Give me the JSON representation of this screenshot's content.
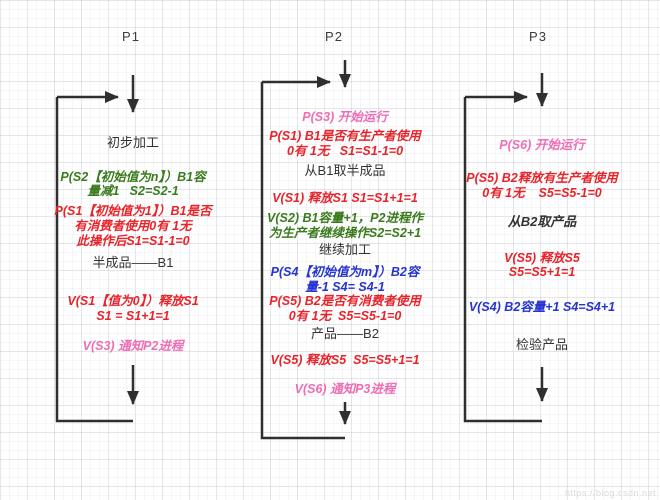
{
  "colors": {
    "green": "#3a7b1d",
    "red": "#e9232a",
    "pink": "#ee6db5",
    "blue": "#2634d0",
    "black": "#333333",
    "line": "#2f2f2f"
  },
  "watermark": "https://blog.csdn.net",
  "columns": [
    {
      "title": "P1",
      "nodes": [
        {
          "name": "preliminary-processing",
          "color": "black",
          "lines": [
            "初步加工"
          ]
        },
        {
          "name": "op-p-s2",
          "color": "green",
          "lines": [
            "P(S2【初始值为n】）B1容",
            "量减1   S2=S2-1"
          ]
        },
        {
          "name": "op-p-s1",
          "color": "red",
          "lines": [
            "P(S1【初始值为1】）B1是否",
            "有消费者使用0有 1无",
            "此操作后S1=S1-1=0"
          ]
        },
        {
          "name": "buffer-b1",
          "color": "black",
          "lines": [
            "半成品——B1"
          ]
        },
        {
          "name": "op-v-s1",
          "color": "red",
          "lines": [
            "V(S1【值为0】）释放S1",
            "S1 = S1+1=1"
          ]
        },
        {
          "name": "op-v-s3",
          "color": "pink",
          "lines": [
            "V(S3) 通知P2进程"
          ]
        }
      ]
    },
    {
      "title": "P2",
      "nodes": [
        {
          "name": "op-p-s3",
          "color": "pink",
          "lines": [
            "P(S3) 开始运行"
          ]
        },
        {
          "name": "op-p-s1",
          "color": "red",
          "lines": [
            "P(S1) B1是否有生产者使用",
            "0有 1无   S1=S1-1=0"
          ]
        },
        {
          "name": "take-from-b1",
          "color": "black",
          "lines": [
            "从B1取半成品"
          ]
        },
        {
          "name": "op-v-s1",
          "color": "red",
          "lines": [
            "V(S1) 释放S1 S1=S1+1=1"
          ]
        },
        {
          "name": "op-v-s2",
          "color": "green",
          "lines": [
            "V(S2) B1容量+1，P2进程作",
            "为生产者继续操作S2=S2+1"
          ]
        },
        {
          "name": "continue-processing",
          "color": "black",
          "lines": [
            "继续加工"
          ]
        },
        {
          "name": "op-p-s4",
          "color": "blue",
          "lines": [
            "P(S4【初始值为m】）B2容",
            "量-1 S4= S4-1"
          ]
        },
        {
          "name": "op-p-s5",
          "color": "red",
          "lines": [
            "P(S5) B2是否有消费者使用",
            "0有 1无  S5=S5-1=0"
          ]
        },
        {
          "name": "product-b2",
          "color": "black",
          "lines": [
            "产品——B2"
          ]
        },
        {
          "name": "op-v-s5",
          "color": "red",
          "lines": [
            "V(S5) 释放S5  S5=S5+1=1"
          ]
        },
        {
          "name": "op-v-s6",
          "color": "pink",
          "lines": [
            "V(S6) 通知P3进程"
          ]
        }
      ]
    },
    {
      "title": "P3",
      "nodes": [
        {
          "name": "op-p-s6",
          "color": "pink",
          "lines": [
            "P(S6) 开始运行"
          ]
        },
        {
          "name": "op-p-s5",
          "color": "red",
          "lines": [
            "P(S5) B2释放有生产者使用",
            "0有 1无    S5=S5-1=0"
          ]
        },
        {
          "name": "take-from-b2",
          "color": "black-italic",
          "lines": [
            "从B2取产品"
          ]
        },
        {
          "name": "op-v-s5",
          "color": "red",
          "lines": [
            "V(S5) 释放S5",
            "S5=S5+1=1"
          ]
        },
        {
          "name": "op-v-s4",
          "color": "blue",
          "lines": [
            "V(S4) B2容量+1 S4=S4+1"
          ]
        },
        {
          "name": "inspect-product",
          "color": "black",
          "lines": [
            "检验产品"
          ]
        }
      ]
    }
  ]
}
